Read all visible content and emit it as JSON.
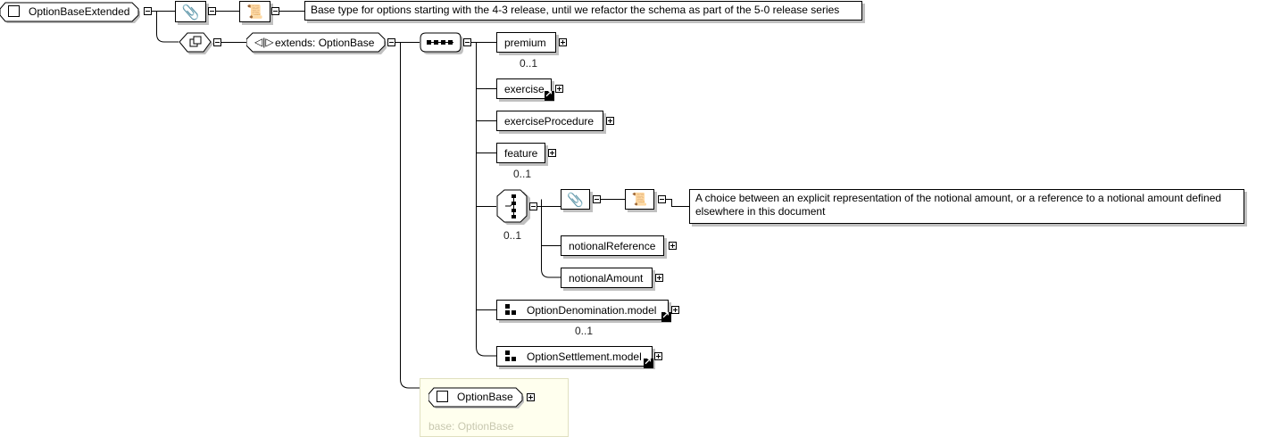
{
  "root": {
    "name": "OptionBaseExtended",
    "documentation": "Base type for options starting with the 4-3 release, until we refactor the schema as part of the 5-0 release series"
  },
  "extension": {
    "label": "extends: OptionBase"
  },
  "sequence": {
    "elements": [
      {
        "name": "premium",
        "cardinality": "0..1"
      },
      {
        "name": "exercise",
        "cardinality": ""
      },
      {
        "name": "exerciseProcedure",
        "cardinality": ""
      },
      {
        "name": "feature",
        "cardinality": "0..1"
      }
    ],
    "choice": {
      "cardinality": "0..1",
      "documentation": "A choice between an explicit representation of the notional amount, or a reference to a notional amount defined elsewhere in this document",
      "elements": [
        {
          "name": "notionalReference"
        },
        {
          "name": "notionalAmount"
        }
      ]
    },
    "groups": [
      {
        "name": "OptionDenomination.model",
        "cardinality": "0..1"
      },
      {
        "name": "OptionSettlement.model",
        "cardinality": ""
      }
    ]
  },
  "base": {
    "name": "OptionBase",
    "caption": "base: OptionBase"
  }
}
